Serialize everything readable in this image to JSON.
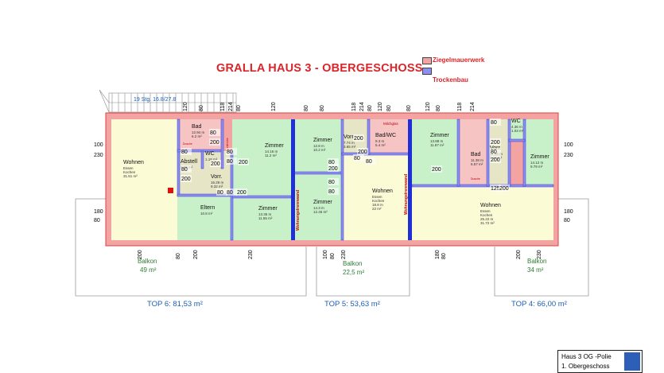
{
  "title": "GRALLA HAUS 3 - OBERGESCHOSS",
  "legend": [
    {
      "label": "Ziegelmauerwerk",
      "color": "#f4a3a3"
    },
    {
      "label": "Trockenbau",
      "color": "#8e8ef0"
    }
  ],
  "stair_label": "19 Stg. 16.8/27.8",
  "rooms": [
    {
      "name": "Wohnen",
      "lines": [
        "Essen",
        "Kochen",
        "31.51 m²"
      ]
    },
    {
      "name": "Bad",
      "lines": [
        "12.94 m",
        "6.2 m²"
      ]
    },
    {
      "name": "WC",
      "lines": [
        "1.18 m²"
      ]
    },
    {
      "name": "Abstell",
      "lines": [
        "0.79 m²"
      ]
    },
    {
      "name": "Vorr.",
      "lines": [
        "16.29 m",
        "9.32 m²"
      ]
    },
    {
      "name": "Eltern",
      "lines": [
        "10.8 m²"
      ]
    },
    {
      "name": "Zimmer",
      "lines": [
        "14.16 m",
        "11.2 m²"
      ]
    },
    {
      "name": "Zimmer",
      "lines": [
        "13.35 m",
        "11.55 m²"
      ]
    },
    {
      "name": "Zimmer",
      "lines": [
        "12.8 m",
        "10.2 m²"
      ]
    },
    {
      "name": "Vorr.",
      "lines": [
        "7.74 m",
        "3.65 m²"
      ]
    },
    {
      "name": "Bad/WC",
      "lines": [
        "9.3 m",
        "5.4 m²"
      ]
    },
    {
      "name": "Zimmer",
      "lines": [
        "14.3 m",
        "12.45 m²"
      ]
    },
    {
      "name": "Wohnen",
      "lines": [
        "Essen",
        "Kochen",
        "18.8 m",
        "22 m²"
      ]
    },
    {
      "name": "Zimmer",
      "lines": [
        "13.88 m",
        "11.87 m²"
      ]
    },
    {
      "name": "Bad",
      "lines": [
        "11.38 m",
        "6.57 m²"
      ]
    },
    {
      "name": "Vorr.",
      "lines": [
        "11.08 m",
        "5.62 m²"
      ]
    },
    {
      "name": "WC",
      "lines": [
        "4.36 m",
        "1.03 m²"
      ]
    },
    {
      "name": "Zimmer",
      "lines": [
        "14.12 m",
        "9.79 m²"
      ]
    },
    {
      "name": "Wohnen",
      "lines": [
        "Essen",
        "Kochen",
        "25.22 m",
        "31.72 m²"
      ]
    }
  ],
  "small_notes": [
    "Dusche",
    "Milchglas",
    "Garderobe",
    "Dusche"
  ],
  "walls_text": [
    "Wohnungstrennwand",
    "Wohnungstrennwand"
  ],
  "balconies": [
    {
      "name": "Balkon",
      "area": "49 m²"
    },
    {
      "name": "Balkon",
      "area": "22,5 m²"
    },
    {
      "name": "Balkon",
      "area": "34 m²"
    }
  ],
  "units": [
    {
      "label": "TOP 6: 81,53 m²"
    },
    {
      "label": "TOP 5: 53,63 m²"
    },
    {
      "label": "TOP 4: 66,00 m²"
    }
  ],
  "dims_top": [
    "120",
    "80",
    "118",
    "214",
    "80",
    "120",
    "80",
    "80",
    "118",
    "214",
    "80",
    "120",
    "80",
    "80",
    "120",
    "80",
    "118",
    "214"
  ],
  "dims_bottom": [
    "200",
    "80",
    "200",
    "230",
    "100",
    "80",
    "230",
    "180",
    "80",
    "200",
    "230"
  ],
  "dims_left": [
    "100",
    "230",
    "180",
    "80"
  ],
  "dims_right": [
    "100",
    "230",
    "180",
    "80"
  ],
  "door_widths": [
    "80",
    "200",
    "80",
    "80",
    "200",
    "80",
    "80",
    "200",
    "200",
    "80",
    "80",
    "200",
    "80",
    "200",
    "80",
    "80",
    "200",
    "80",
    "200",
    "80",
    "200",
    "80",
    "200",
    "80",
    "200",
    "125",
    "200"
  ],
  "stamp": {
    "line1": "Haus 3 OG -Polie",
    "line2": "1. Obergeschoss"
  }
}
